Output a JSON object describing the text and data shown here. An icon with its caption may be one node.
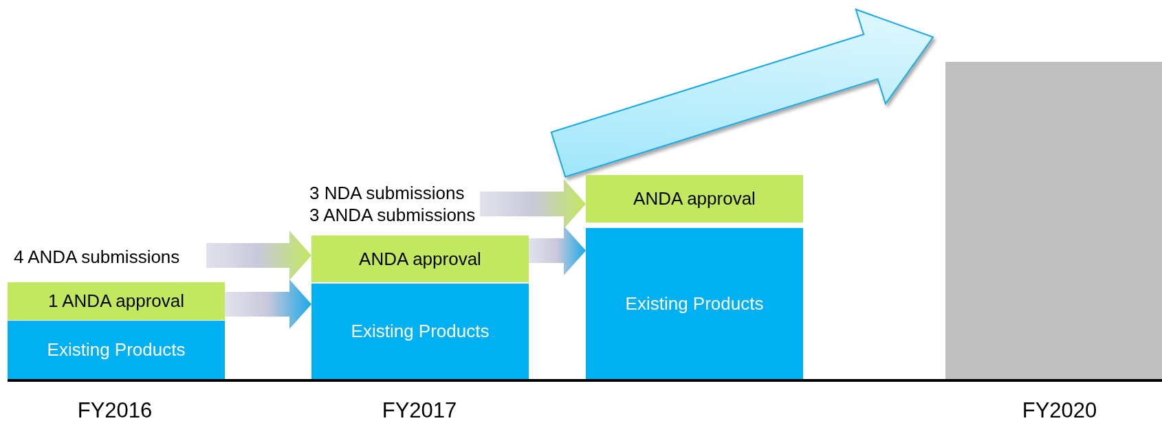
{
  "diagram": {
    "nodes": [
      {
        "text": [
          "4 ANDA submissions"
        ]
      },
      {
        "text": [
          "1 ANDA approval"
        ]
      },
      {
        "text": [
          "Existing Products"
        ]
      },
      {
        "text": [
          "3 NDA submissions",
          "3 ANDA submissions"
        ]
      },
      {
        "text": [
          "ANDA approval"
        ]
      },
      {
        "text": [
          "Existing Products"
        ]
      },
      {
        "text": [
          "ANDA approval"
        ]
      },
      {
        "text": [
          "Existing Products"
        ]
      },
      {
        "text": [],
        "shape": "bar"
      }
    ],
    "edges": [
      {
        "from": 0,
        "to": 4,
        "arrow": "to",
        "color": "#c2e85f"
      },
      {
        "from": 1,
        "to": 5,
        "arrow": "to",
        "color": "#1aa9e6"
      },
      {
        "from": 3,
        "to": 6,
        "arrow": "to",
        "color": "#c2e85f"
      },
      {
        "from": 4,
        "to": 7,
        "arrow": "to",
        "color": "#1aa9e6"
      },
      {
        "from": 6,
        "to": 8,
        "arrow": "to",
        "style": "thick",
        "color": "#9fe6fb"
      }
    ],
    "labels": [
      "FY2016",
      "FY2017",
      "FY2020"
    ]
  }
}
